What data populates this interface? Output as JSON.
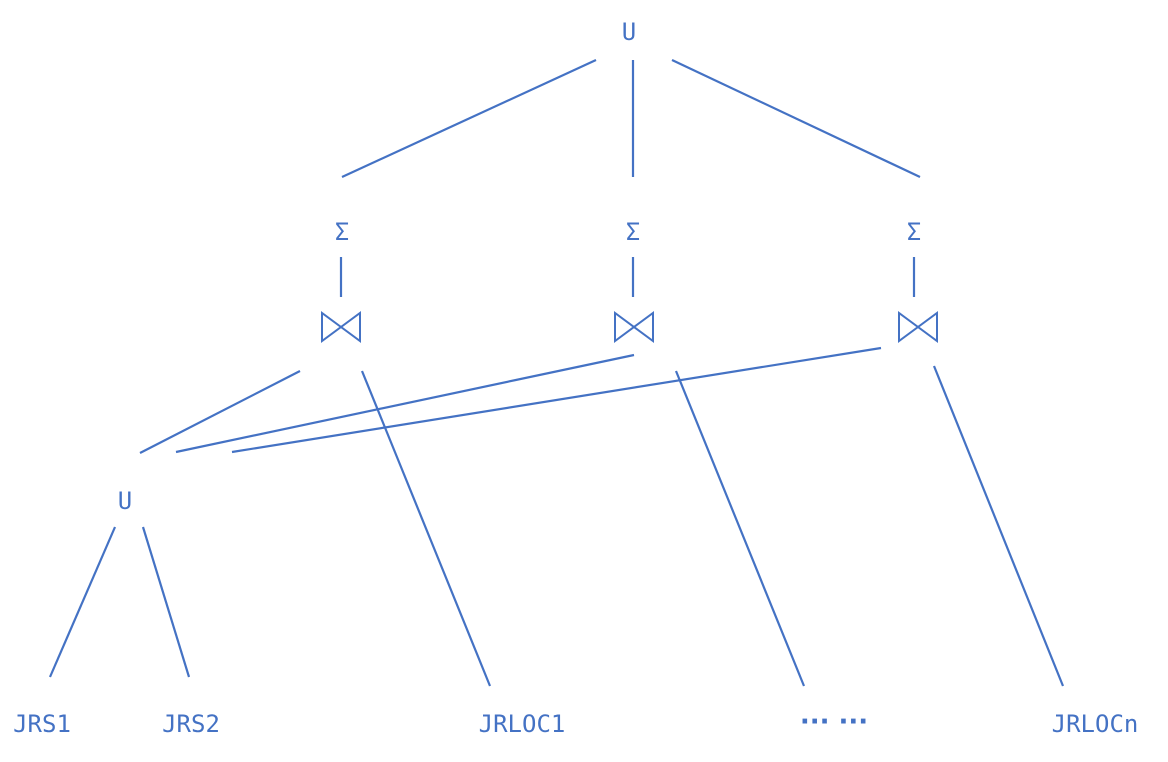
{
  "colors": {
    "line": "#4472C4",
    "text": "#4472C4",
    "background": "#ffffff"
  },
  "tree": {
    "root": {
      "symbol": "U"
    },
    "aggregations": [
      {
        "symbol": "Σ",
        "join_icon": "natural-join-icon"
      },
      {
        "symbol": "Σ",
        "join_icon": "natural-join-icon"
      },
      {
        "symbol": "Σ",
        "join_icon": "natural-join-icon"
      }
    ],
    "inner_union": {
      "symbol": "U"
    },
    "leaves": {
      "jrs1": "JRS1",
      "jrs2": "JRS2",
      "jrloc1": "JRLOC1",
      "ellipsis": "··· ···",
      "jrlocn": "JRLOCn"
    }
  }
}
